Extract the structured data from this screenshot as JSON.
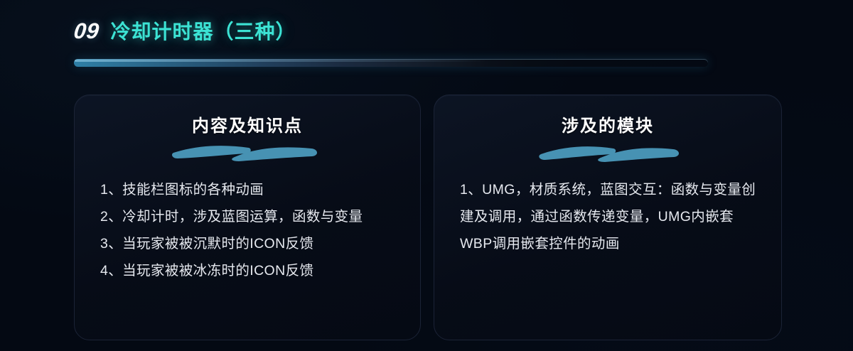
{
  "page": {
    "background_color": "#040913",
    "accent_color": "#3CE3D4",
    "brush_color": "#4792B3",
    "body_text_color": "#E6E9EF"
  },
  "header": {
    "number": "09",
    "title": "冷却计时器（三种）"
  },
  "cards": [
    {
      "id": "content-and-knowledge",
      "title": "内容及知识点",
      "lines": [
        "1、技能栏图标的各种动画",
        "2、冷却计时，涉及蓝图运算，函数与变量",
        "3、当玩家被被沉默时的ICON反馈",
        "4、当玩家被被冰冻时的ICON反馈"
      ]
    },
    {
      "id": "modules-involved",
      "title": "涉及的模块",
      "lines": [
        "1、UMG，材质系统，蓝图交互：函数与变量创建及调用，通过函数传递变量，UMG内嵌套WBP调用嵌套控件的动画"
      ]
    }
  ]
}
